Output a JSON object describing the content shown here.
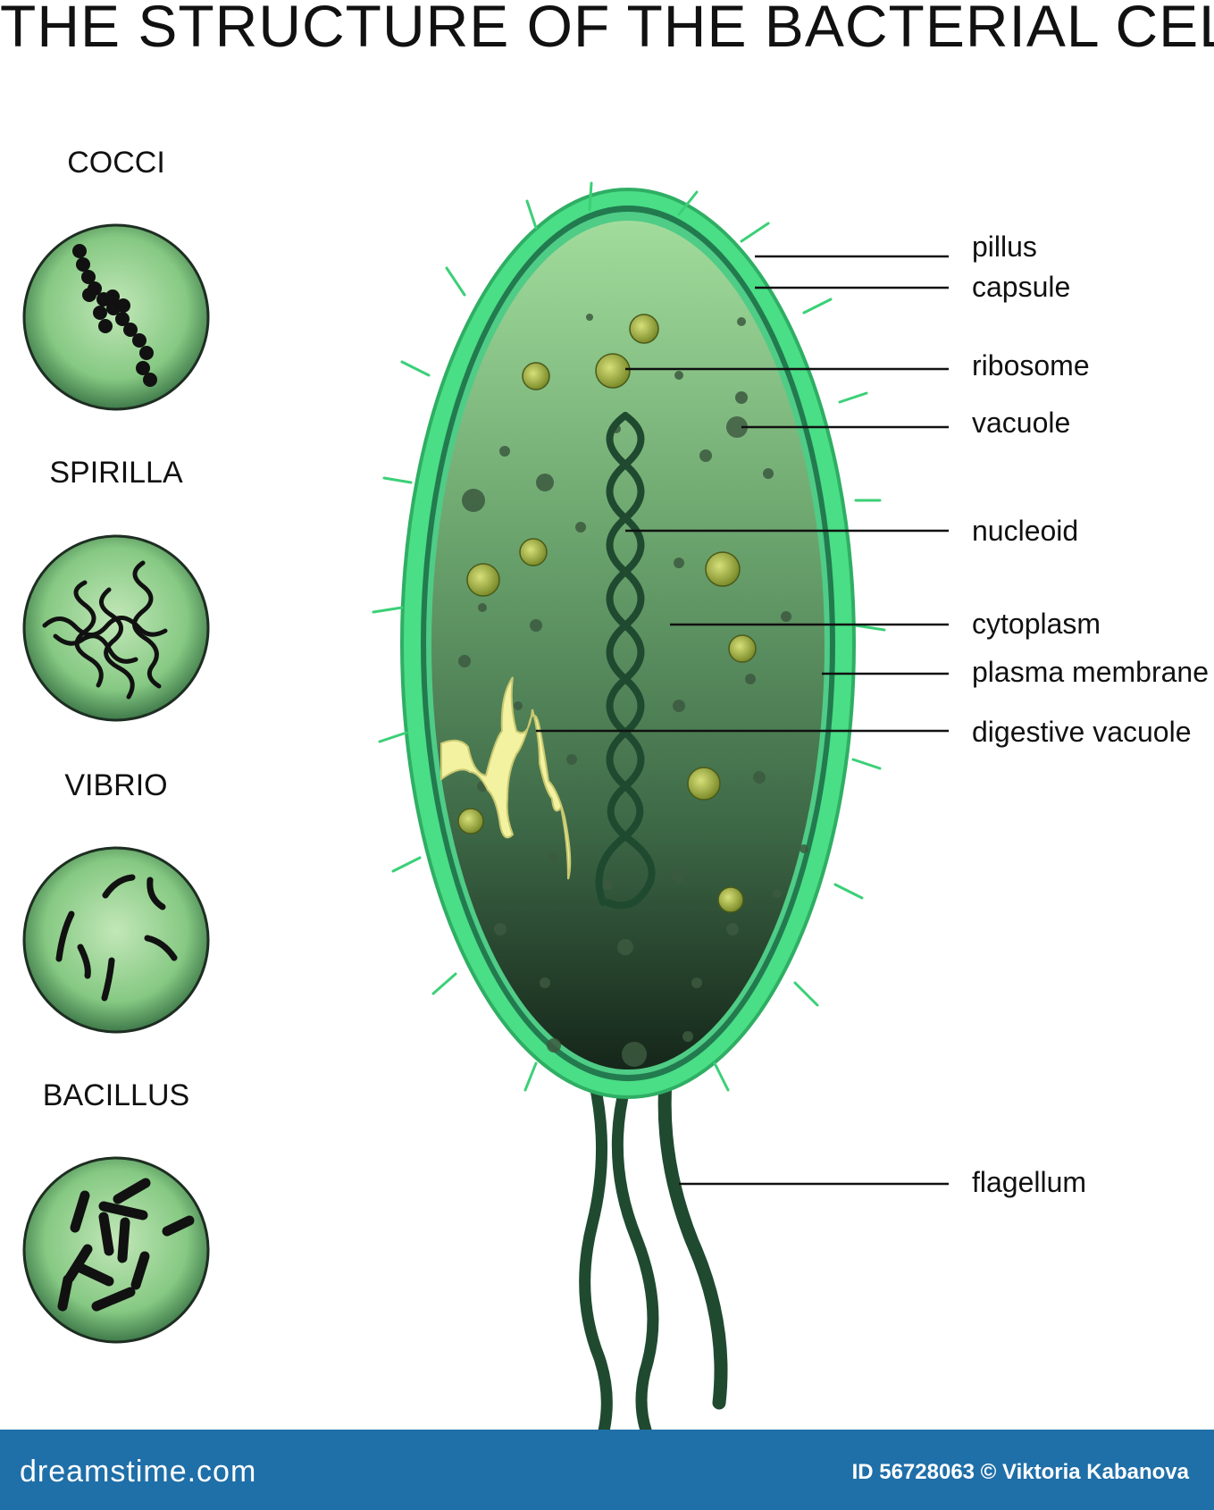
{
  "title": "THE STRUCTURE OF THE BACTERIAL CELL",
  "bacteria_types": [
    {
      "label": "COCCI",
      "icon": "cocci-icon"
    },
    {
      "label": "SPIRILLA",
      "icon": "spirilla-icon"
    },
    {
      "label": "VIBRIO",
      "icon": "vibrio-icon"
    },
    {
      "label": "BACILLUS",
      "icon": "bacillus-icon"
    }
  ],
  "cell_labels": {
    "pillus": "pillus",
    "capsule": "capsule",
    "ribosome": "ribosome",
    "vacuole": "vacuole",
    "nucleoid": "nucleoid",
    "cytoplasm": "cytoplasm",
    "plasma_membrane": "plasma membrane",
    "digestive_vacuole": "digestive vacuole",
    "flagellum": "flagellum"
  },
  "footer": {
    "logo": "dreamstime.com",
    "credit": "ID 56728063 © Viktoria Kabanova"
  },
  "colors": {
    "capsule": "#3ddc84",
    "cytoplasm_top": "#9ed99a",
    "cytoplasm_bottom": "#1c3322",
    "nucleoid": "#1f4a30",
    "digestive_vacuole": "#f3f2a0",
    "footer": "#1f6fa8"
  }
}
